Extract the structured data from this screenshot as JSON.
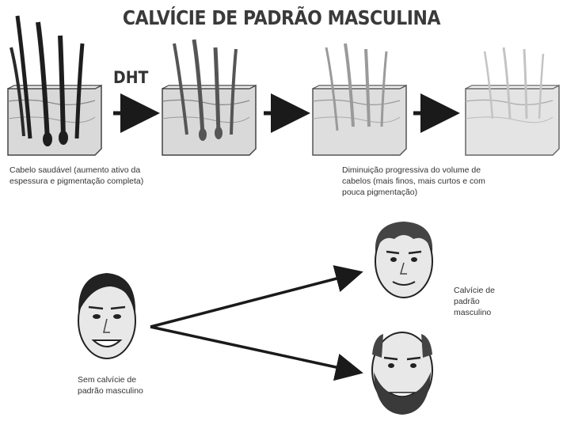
{
  "title": "CALVÍCIE DE PADRÃO MASCULINA",
  "stage_label": "DHT",
  "captions": {
    "healthy": "Cabelo saudável (aumento ativo da espessura e pigmentação completa)",
    "progressive": "Diminuição progressiva do volume de cabelos (mais finos, mais curtos e com pouca pigmentação)",
    "with_baldness": "Calvície de padrão masculino",
    "without_baldness": "Sem calvície de padrão masculino"
  },
  "colors": {
    "skin_block": "#d6d6d6",
    "hair_stage1": "#1e1e1e",
    "hair_stage2": "#555555",
    "hair_stage3": "#9a9a9a",
    "hair_stage4": "#c4c4c4",
    "arrow": "#1a1a1a"
  }
}
